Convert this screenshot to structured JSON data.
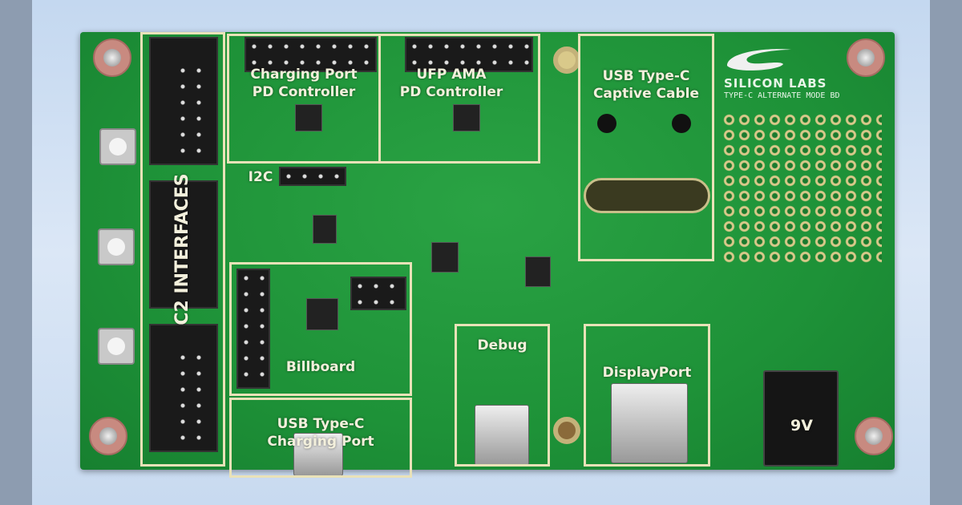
{
  "brand": {
    "logo": "SILICON LABS",
    "board_name": "TYPE-C ALTERNATE MODE BD"
  },
  "labels": {
    "c2": "C2 INTERFACES",
    "charging_pd": [
      "Charging Port",
      "PD Controller"
    ],
    "ufp_pd": [
      "UFP AMA",
      "PD Controller"
    ],
    "captive": [
      "USB Type-C",
      "Captive Cable"
    ],
    "i2c": "I2C",
    "billboard": "Billboard",
    "charging_port": [
      "USB Type-C",
      "Charging Port"
    ],
    "debug": "Debug",
    "displayport": "DisplayPort",
    "power": "9V"
  },
  "colors": {
    "board": "#1e9238",
    "label_box": "#e9e2b8"
  }
}
